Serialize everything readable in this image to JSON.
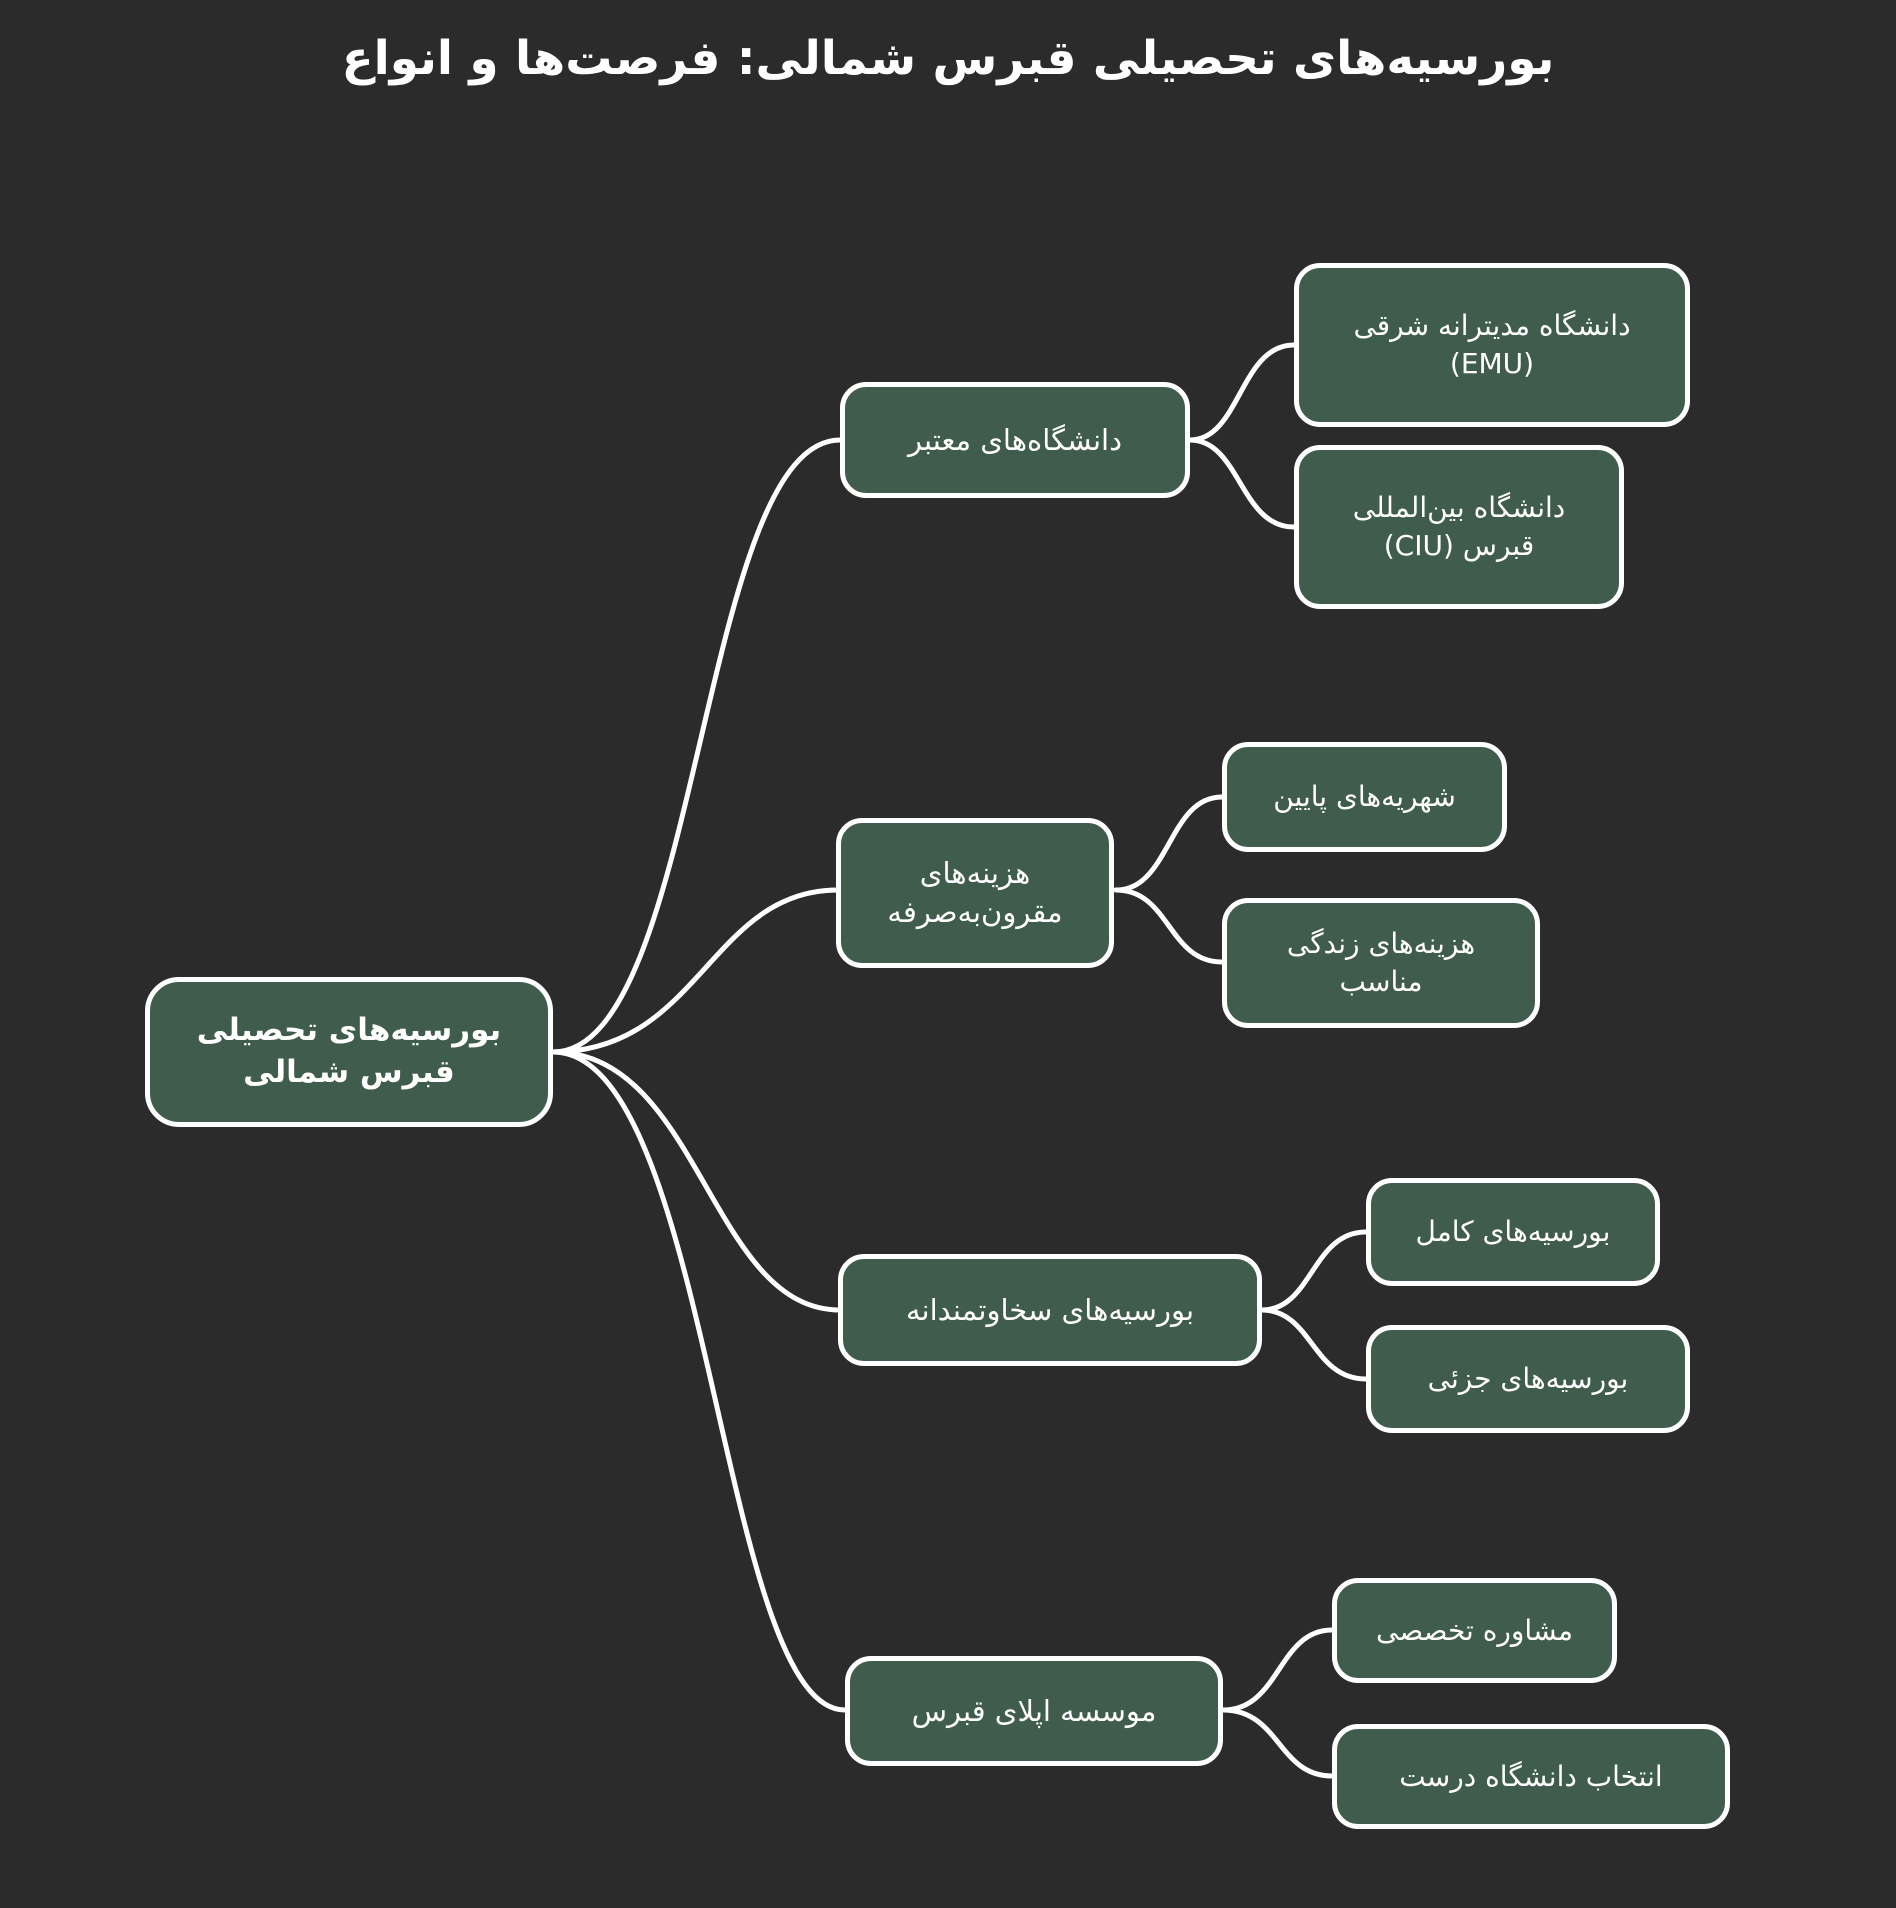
{
  "page": {
    "title": "بورسیه‌های تحصیلی قبرس شمالی: فرصت‌ها و انواع",
    "background_color": "#2b2b2b",
    "node_fill_color": "#3f5c4d",
    "node_border_color": "#ffffff",
    "text_color": "#ffffff",
    "link_color": "#ffffff",
    "type": "mindmap",
    "direction": "rtl"
  },
  "mindmap": {
    "root": {
      "label": "بورسیه‌های تحصیلی قبرس شمالی"
    },
    "branches": [
      {
        "label": "دانشگاه‌های معتبر",
        "children": [
          {
            "label": "دانشگاه مدیترانه شرقی (EMU)"
          },
          {
            "label": "دانشگاه بین‌المللی قبرس (CIU)"
          }
        ]
      },
      {
        "label": "هزینه‌های مقرون‌به‌صرفه",
        "children": [
          {
            "label": "شهریه‌های پایین"
          },
          {
            "label": "هزینه‌های زندگی مناسب"
          }
        ]
      },
      {
        "label": "بورسیه‌های سخاوتمندانه",
        "children": [
          {
            "label": "بورسیه‌های کامل"
          },
          {
            "label": "بورسیه‌های جزئی"
          }
        ]
      },
      {
        "label": "موسسه اپلای قبرس",
        "children": [
          {
            "label": "مشاوره تخصصی"
          },
          {
            "label": "انتخاب دانشگاه درست"
          }
        ]
      }
    ]
  }
}
